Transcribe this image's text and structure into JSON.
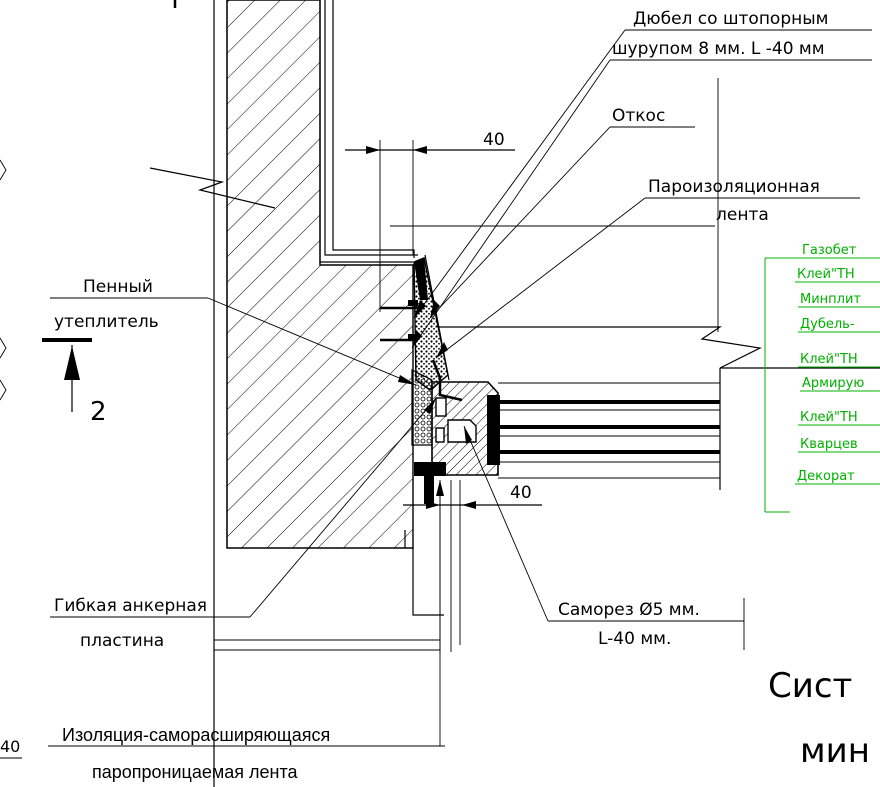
{
  "labels": {
    "dowel_line1": "Дюбел со штопорным",
    "dowel_line2": "шурупом 8 мм. L -40 мм",
    "reveal": "Откос",
    "vapor_line1": "Пароизоляционная",
    "vapor_line2": "лента",
    "foam_line1": "Пенный",
    "foam_line2": "утеплитель",
    "anchor_line1": "Гибкая анкерная",
    "anchor_line2": "пластина",
    "screw_line1": "Саморез Ø5 мм.",
    "screw_line2": "L-40 мм.",
    "tape_line1": "Изоляция-саморасширяющаяся",
    "tape_line2": "паропроницаемая лента",
    "section_mark": "2",
    "dim_top": "40",
    "dim_bottom": "40",
    "corner_fragment": "40",
    "title_fragment_1": "Сист",
    "title_fragment_2": "мин"
  },
  "legend": [
    "Газобет",
    "Клей\"ТН",
    "Минплит",
    "Дубель-",
    "Клей\"ТН",
    "Армирую",
    "Клей\"ТН",
    "Кварцев",
    "Декорат"
  ],
  "colors": {
    "line": "#000000",
    "legend": "#00b000",
    "background": "#ffffff"
  }
}
